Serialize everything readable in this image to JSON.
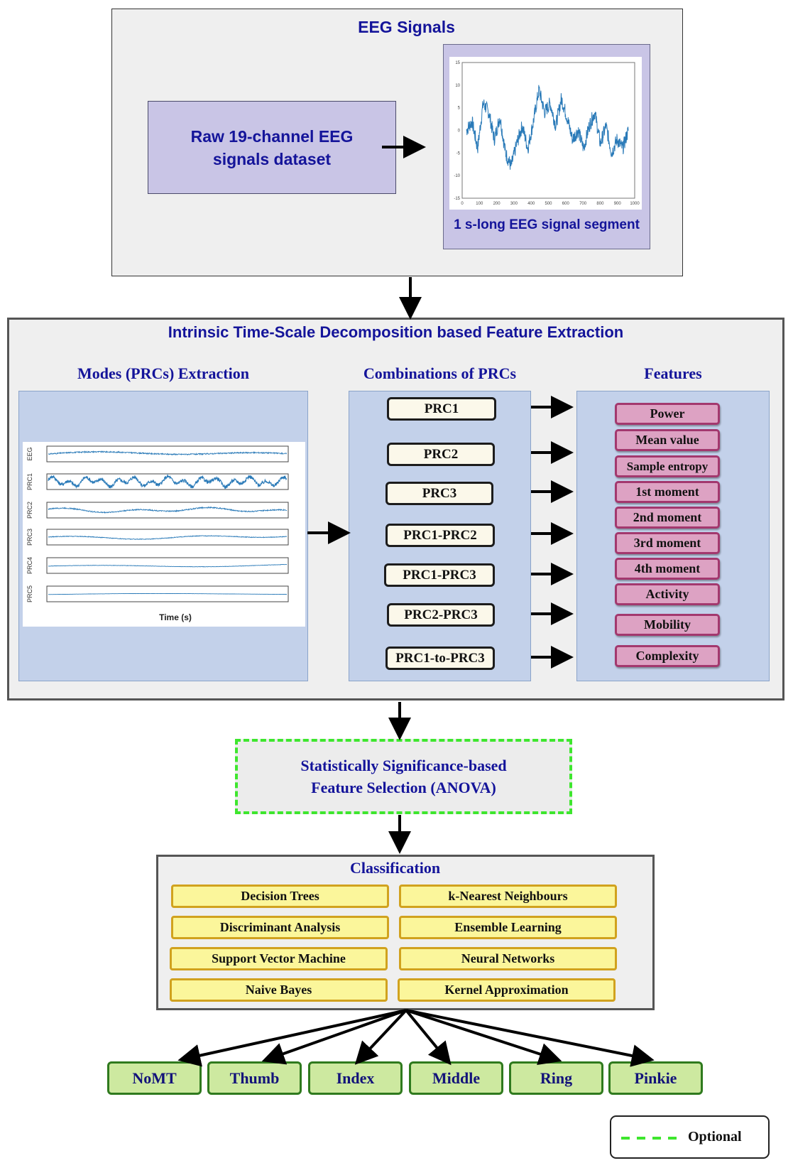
{
  "eeg_signals": {
    "title": "EEG Signals",
    "raw_dataset": "Raw 19-channel EEG signals dataset",
    "segment_caption": "1 s-long EEG signal segment",
    "plot": {
      "y_ticks": [
        "15",
        "10",
        "5",
        "0",
        "-5",
        "-10",
        "-15"
      ],
      "x_ticks": [
        "0",
        "100",
        "200",
        "300",
        "400",
        "500",
        "600",
        "700",
        "800",
        "900",
        "1000"
      ]
    }
  },
  "itd": {
    "title": "Intrinsic Time-Scale Decomposition based Feature Extraction",
    "modes_header": "Modes (PRCs) Extraction",
    "combinations_header": "Combinations of PRCs",
    "features_header": "Features",
    "modes_plot": {
      "channels": [
        "EEG",
        "PRC1",
        "PRC2",
        "PRC3",
        "PRC4",
        "PRC5"
      ],
      "xlabel": "Time (s)"
    },
    "combinations": [
      "PRC1",
      "PRC2",
      "PRC3",
      "PRC1-PRC2",
      "PRC1-PRC3",
      "PRC2-PRC3",
      "PRC1-to-PRC3"
    ],
    "features": [
      "Power",
      "Mean value",
      "Sample entropy",
      "1st moment",
      "2nd moment",
      "3rd moment",
      "4th moment",
      "Activity",
      "Mobility",
      "Complexity"
    ]
  },
  "feature_selection": {
    "line1": "Statistically Significance-based",
    "line2": "Feature Selection (ANOVA)"
  },
  "classification": {
    "title": "Classification",
    "methods": [
      "Decision Trees",
      "k-Nearest Neighbours",
      "Discriminant Analysis",
      "Ensemble Learning",
      "Support Vector Machine",
      "Neural Networks",
      "Naive Bayes",
      "Kernel Approximation"
    ]
  },
  "outputs": [
    "NoMT",
    "Thumb",
    "Index",
    "Middle",
    "Ring",
    "Pinkie"
  ],
  "legend": {
    "label": "Optional"
  },
  "colors": {
    "title_text": "#14149a",
    "optional_dash": "#3ee62e",
    "feature_fill": "#dda2c3",
    "classifier_fill": "#fbf69b",
    "output_fill": "#cde9a0",
    "prc_fill": "#fbf8ea",
    "panel_blue": "#c3d1ea",
    "signal_blue": "#2a7ab8"
  }
}
